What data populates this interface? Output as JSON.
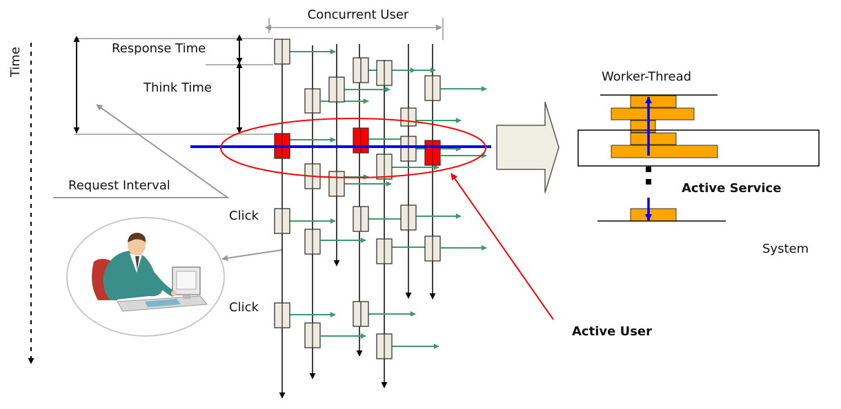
{
  "labels": {
    "concurrent_user": "Concurrent User",
    "time": "Time",
    "response_time": "Response Time",
    "think_time": "Think Time",
    "request_interval": "Request Interval",
    "click_1": "Click",
    "click_2": "Click",
    "worker_thread": "Worker-Thread",
    "active_service": "Active Service",
    "system": "System",
    "active_user": "Active User"
  },
  "colors": {
    "request_box": "#eeeae0",
    "active_request": "#ff0000",
    "worker_bar": "#ffa500",
    "time_line": "#0000ff",
    "active_ellipse": "#ff0000",
    "green_arrow": "#3a9a6a",
    "big_arrow": "#efeee2"
  }
}
